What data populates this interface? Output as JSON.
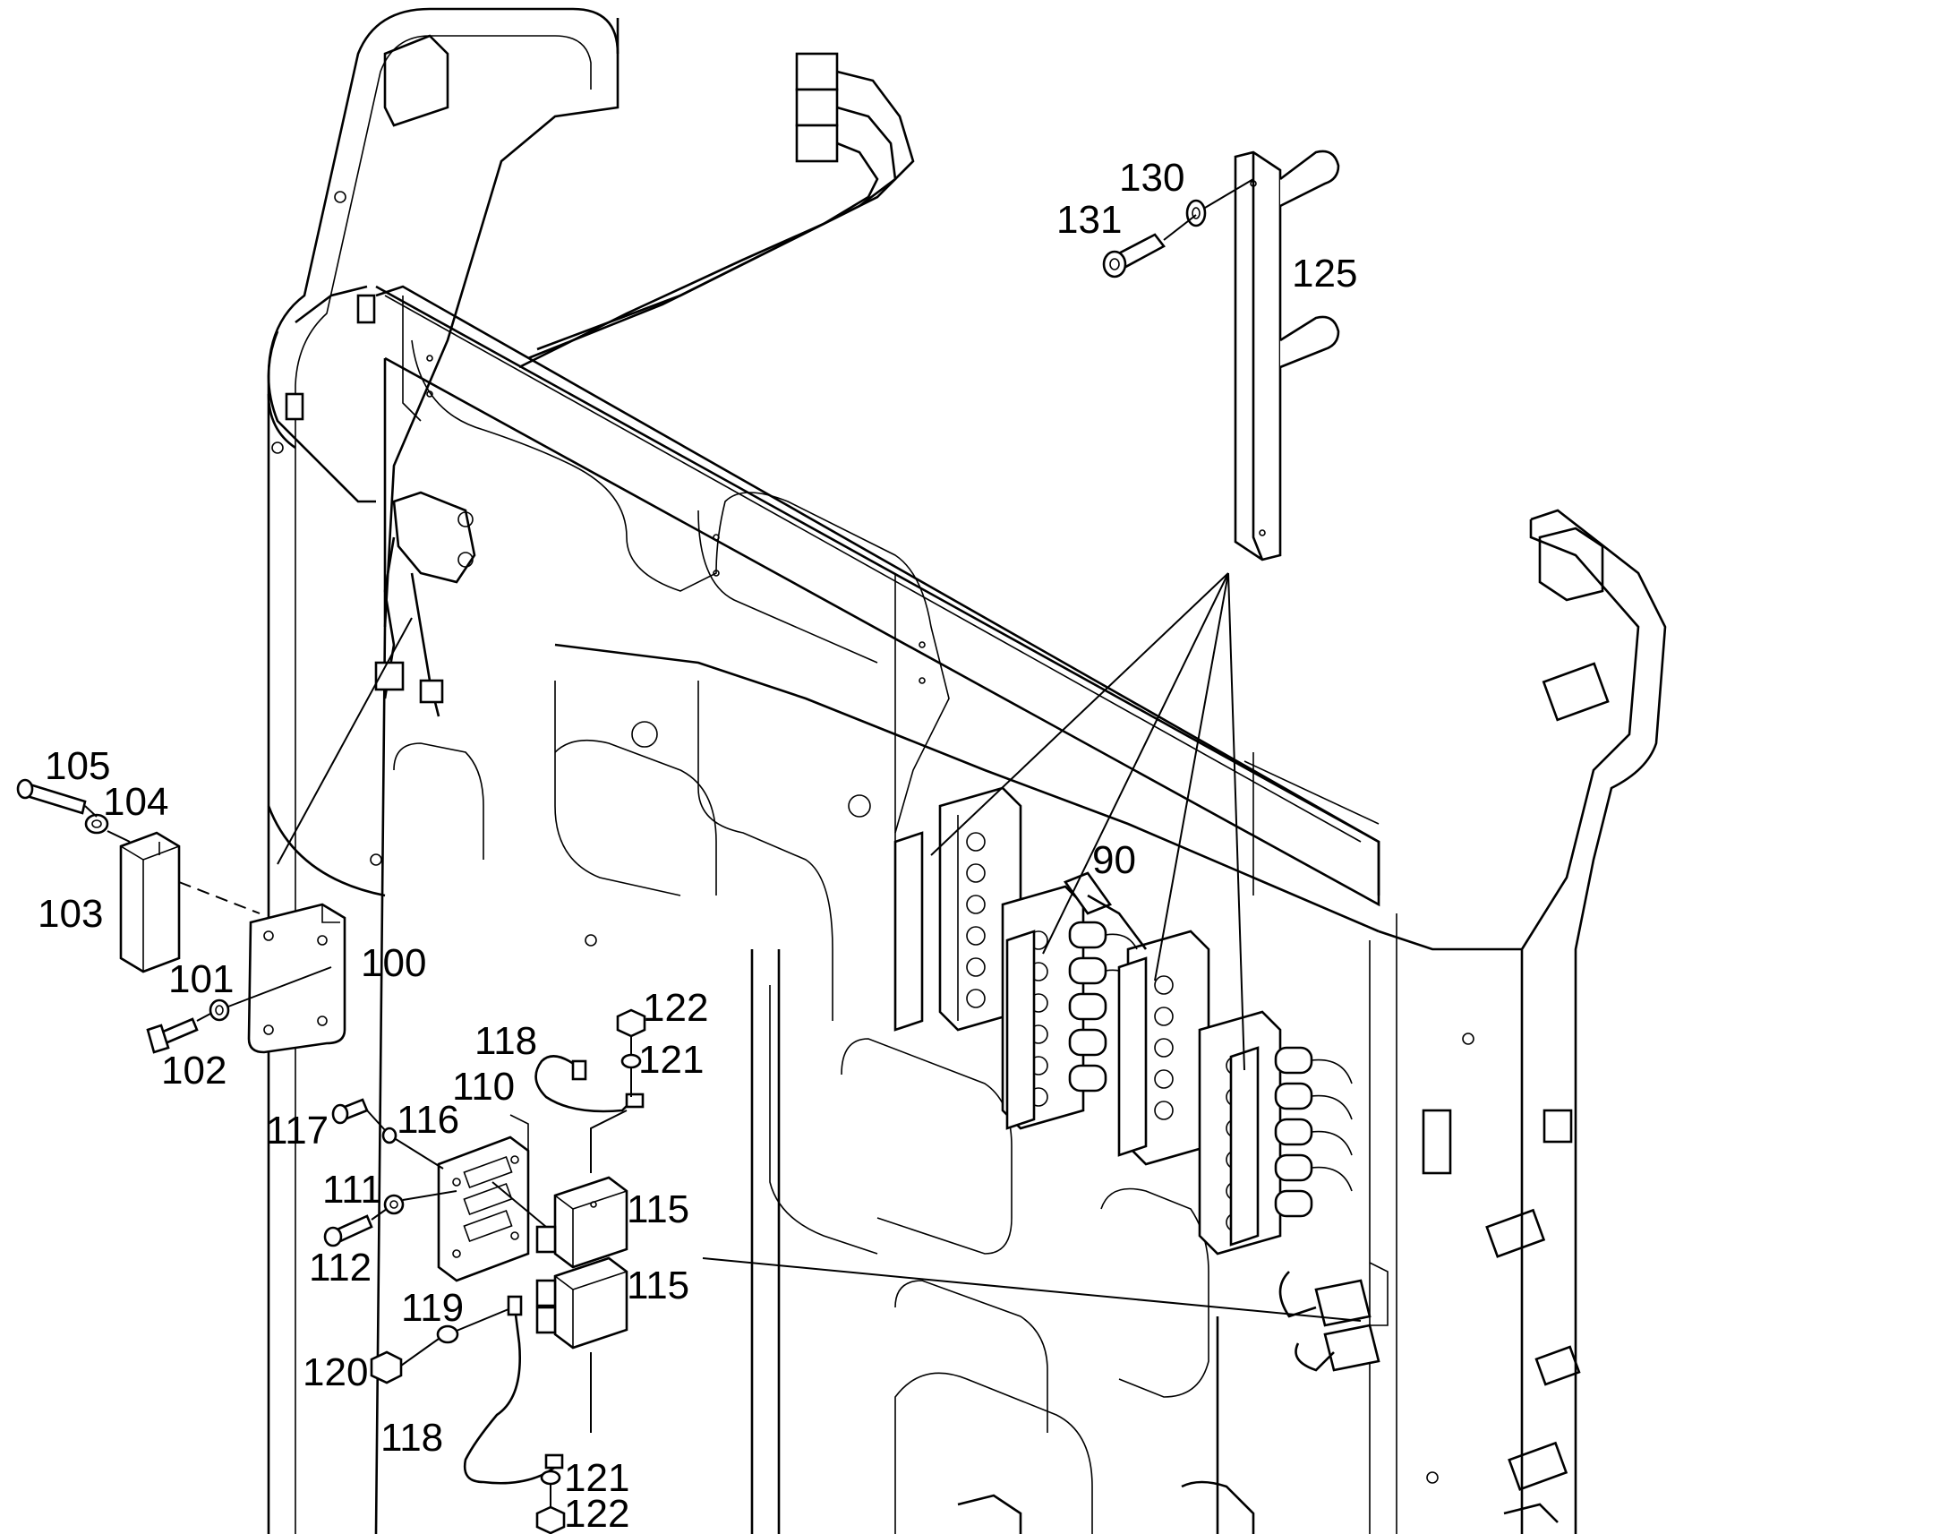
{
  "diagram": {
    "labels": [
      {
        "id": "label-90",
        "text": "90"
      },
      {
        "id": "label-100",
        "text": "100"
      },
      {
        "id": "label-101",
        "text": "101"
      },
      {
        "id": "label-102",
        "text": "102"
      },
      {
        "id": "label-103",
        "text": "103"
      },
      {
        "id": "label-104",
        "text": "104"
      },
      {
        "id": "label-105",
        "text": "105"
      },
      {
        "id": "label-110",
        "text": "110"
      },
      {
        "id": "label-111",
        "text": "111"
      },
      {
        "id": "label-112",
        "text": "112"
      },
      {
        "id": "label-115a",
        "text": "115"
      },
      {
        "id": "label-115b",
        "text": "115"
      },
      {
        "id": "label-116",
        "text": "116"
      },
      {
        "id": "label-117",
        "text": "117"
      },
      {
        "id": "label-118a",
        "text": "118"
      },
      {
        "id": "label-118b",
        "text": "118"
      },
      {
        "id": "label-119",
        "text": "119"
      },
      {
        "id": "label-120",
        "text": "120"
      },
      {
        "id": "label-121a",
        "text": "121"
      },
      {
        "id": "label-121b",
        "text": "121"
      },
      {
        "id": "label-122a",
        "text": "122"
      },
      {
        "id": "label-122b",
        "text": "122"
      },
      {
        "id": "label-125",
        "text": "125"
      },
      {
        "id": "label-130",
        "text": "130"
      },
      {
        "id": "label-131",
        "text": "131"
      }
    ]
  }
}
